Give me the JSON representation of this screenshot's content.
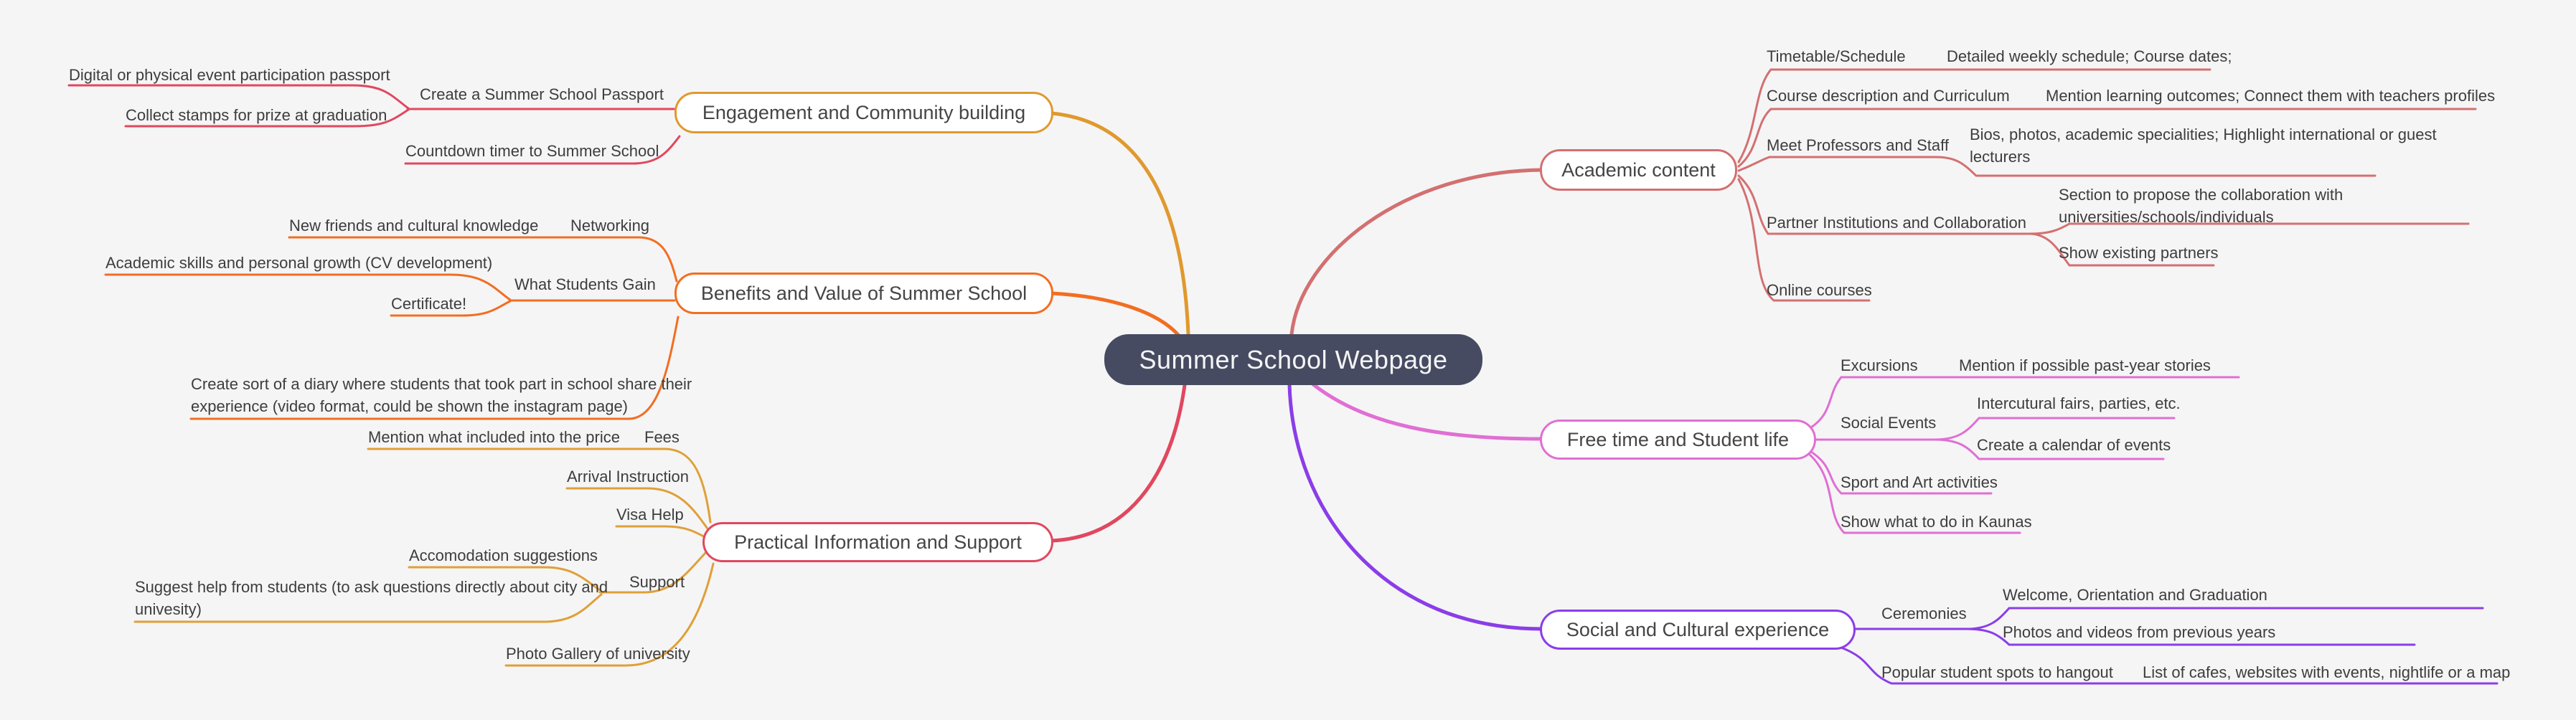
{
  "title": "Summer School Webpage mind map",
  "colors": {
    "background": "#f5f5f6",
    "central_bg": "#474b61",
    "central_text": "#f4f5f7",
    "text": "#3d3d3d",
    "gold": "#e0992e",
    "orange": "#f26e21",
    "crimson": "#e0485e",
    "amber": "#dfa038",
    "salmon": "#d37070",
    "pink": "#e06fd3",
    "purple": "#8b3de8"
  },
  "center": {
    "label": "Summer School Webpage"
  },
  "left": {
    "engagement": {
      "node": "Engagement and Community building",
      "passport": "Create a Summer School Passport",
      "digital": "Digital or physical event participation passport",
      "stamps": "Collect stamps for prize at graduation",
      "countdown": "Countdown timer to Summer School"
    },
    "benefits": {
      "node": "Benefits and Value of Summer School",
      "gain": "What Students Gain",
      "networking": "Networking",
      "friends": "New friends and cultural knowledge",
      "skills": "Academic skills and personal growth (CV development)",
      "certificate": "Certificate!",
      "diary": "Create sort of a diary where students that took part in school share their experience (video format, could be shown the instagram page)"
    },
    "practical": {
      "node": "Practical Information and Support",
      "fees": "Fees",
      "fees_detail": "Mention what included into the price",
      "arrival": "Arrival Instruction",
      "visa": "Visa Help",
      "support": "Support",
      "accommodation": "Accomodation suggestions",
      "student_help": "Suggest help from students (to ask questions directly about city and univesity)",
      "gallery": "Photo Gallery of university"
    }
  },
  "right": {
    "academic": {
      "node": "Academic content",
      "timetable": "Timetable/Schedule",
      "timetable_detail": "Detailed weekly schedule; Course dates;",
      "course": "Course description and Curriculum",
      "course_detail": "Mention learning outcomes; Connect them with teachers profiles",
      "professors": "Meet Professors and Staff",
      "professors_detail": "Bios, photos, academic specialities; Highlight international or guest lecturers",
      "partners": "Partner Institutions and Collaboration",
      "partners_detail": "Section to propose the collaboration with universities/schools/individuals",
      "partners_show": "Show existing partners",
      "online": "Online courses"
    },
    "freetime": {
      "node": "Free time and Student life",
      "excursions": "Excursions",
      "excursions_detail": "Mention if possible past-year stories",
      "social_events": "Social Events",
      "intercultural": "Intercutural fairs, parties, etc.",
      "calendar": "Create a calendar of events",
      "sport": "Sport and Art activities",
      "kaunas": "Show what to do in Kaunas"
    },
    "social": {
      "node": "Social and Cultural experience",
      "ceremonies": "Ceremonies",
      "welcome": "Welcome, Orientation and Graduation",
      "photos": "Photos and videos from previous years",
      "popular": "Popular student spots to hangout",
      "popular_detail": "List of cafes, websites with events, nightlife or a map"
    }
  }
}
